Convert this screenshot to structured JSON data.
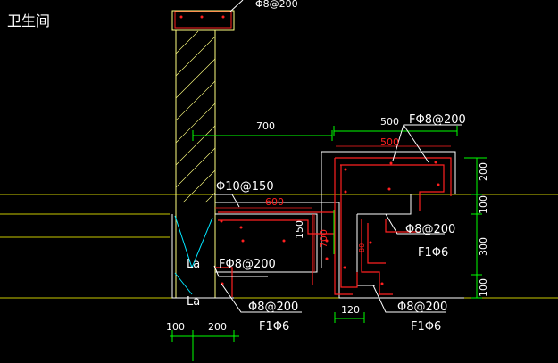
{
  "room_label": "卫生间",
  "top_rebar": "Φ8@200",
  "colors": {
    "background": "#000000",
    "wall": "#ffff80",
    "dimension": "#00ff00",
    "rebar": "#ff2020",
    "text": "#ffffff",
    "anchor": "#00e5ff",
    "axis": "#ffff00"
  },
  "dims": {
    "d700": "700",
    "d500_top": "500",
    "d500_red": "500",
    "d600": "600",
    "d150": "150",
    "d700_v": "700",
    "d200_right": "200",
    "d100_right": "100",
    "d300_right": "300",
    "d100_right_b": "100",
    "d120": "120",
    "d100_bottom": "100",
    "d200_bottom": "200"
  },
  "annotations": {
    "f_top": "FΦ8@200",
    "phi10": "Φ10@150",
    "phi8_mid": "Φ8@200",
    "f1_mid": "F1Φ6",
    "f_left": "FΦ8@200",
    "phi8_bl": "Φ8@200",
    "f1_bl": "F1Φ6",
    "phi8_br": "Φ8@200",
    "f1_br": "F1Φ6",
    "la1": "La",
    "la2": "La",
    "red_tag": "80"
  }
}
